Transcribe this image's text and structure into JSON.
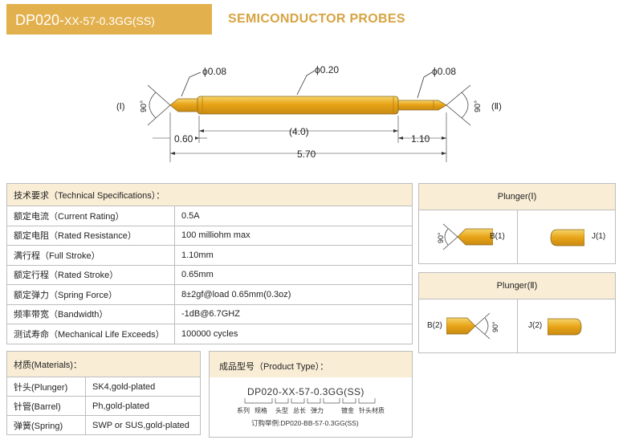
{
  "header": {
    "model_main": "DP020-",
    "model_small": "XX-57-0.3GG(SS)",
    "category": "SEMICONDUCTOR PROBES"
  },
  "drawing": {
    "tip_dia_left": "ϕ0.08",
    "barrel_dia": "ϕ0.20",
    "tip_dia_right": "ϕ0.08",
    "side_left": "(Ⅰ)",
    "side_right": "(Ⅱ)",
    "angle_left": "90°",
    "angle_right": "90°",
    "dim_left": "0.60",
    "dim_mid": "(4.0)",
    "dim_right": "1.10",
    "dim_total": "5.70",
    "body_color": "#e8a418"
  },
  "specs": {
    "header": "技术要求（Technical Specifications）：",
    "rows": [
      {
        "label": "额定电流（Current Rating）",
        "value": "0.5A"
      },
      {
        "label": "额定电阻（Rated Resistance）",
        "value": "100 milliohm max"
      },
      {
        "label": "满行程（Full Stroke）",
        "value": "1.10mm"
      },
      {
        "label": "额定行程（Rated Stroke）",
        "value": "0.65mm"
      },
      {
        "label": "额定弹力（Spring Force）",
        "value": "8±2gf@load 0.65mm(0.3oz)"
      },
      {
        "label": "频率带宽（Bandwidth）",
        "value": "-1dB@6.7GHZ"
      },
      {
        "label": "测试寿命（Mechanical Life Exceeds）",
        "value": "100000 cycles"
      }
    ]
  },
  "materials": {
    "header": "材质(Materials)：",
    "rows": [
      {
        "label": "针头(Plunger)",
        "value": "SK4,gold-plated"
      },
      {
        "label": "针管(Barrel)",
        "value": "Ph,gold-plated"
      },
      {
        "label": "弹簧(Spring)",
        "value": "SWP or SUS,gold-plated"
      }
    ]
  },
  "product": {
    "header": "成品型号（Product Type）：",
    "code": "DP020-XX-57-0.3GG(SS)",
    "labels": [
      "系列",
      "规格",
      "头型",
      "总长",
      "弹力",
      "镀金",
      "针头材质"
    ],
    "order_example": "订购举例:DP020-BB-57-0.3GG(SS)"
  },
  "plunger1": {
    "title": "Plunger(Ⅰ)",
    "angle": "90°",
    "b_label": "B(1)",
    "j_label": "J(1)"
  },
  "plunger2": {
    "title": "Plunger(Ⅱ)",
    "angle": "90°",
    "b_label": "B(2)",
    "j_label": "J(2)"
  }
}
